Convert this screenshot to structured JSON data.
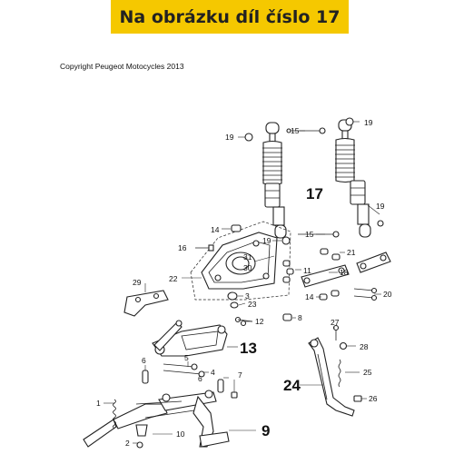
{
  "banner": {
    "text": "Na obrázku díl číslo 17",
    "color": "#f5c800"
  },
  "copyright": "Copyright Peugeot Motocycles 2013",
  "callouts": {
    "c19a": "19",
    "c15a": "15",
    "c19b": "19",
    "c17": "17",
    "c19c": "19",
    "c19d": "19",
    "c15b": "15",
    "c14a": "14",
    "c16": "16",
    "c31": "31",
    "c30": "30",
    "c22": "22",
    "c21": "21",
    "c11": "11",
    "c18": "18",
    "c29": "29",
    "c3": "3",
    "c23": "23",
    "c14b": "14",
    "c20": "20",
    "c12": "12",
    "c8": "8",
    "c27": "27",
    "c28": "28",
    "c13": "13",
    "c5": "5",
    "c6a": "6",
    "c4": "4",
    "c6b": "6",
    "c7": "7",
    "c25": "25",
    "c24": "24",
    "c26": "26",
    "c1": "1",
    "c2": "2",
    "c10": "10",
    "c9": "9"
  }
}
